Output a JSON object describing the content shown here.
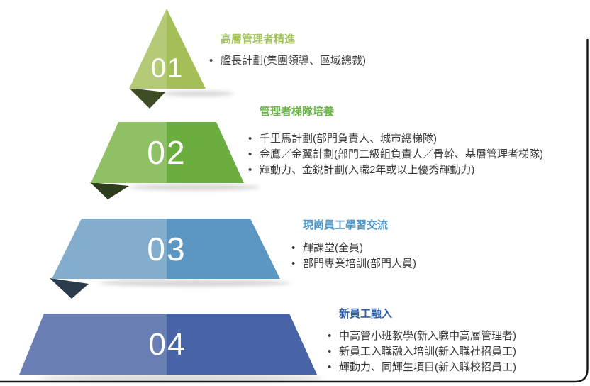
{
  "page": {
    "background": "#ffffff",
    "border_color": "#161616"
  },
  "pyramid": {
    "number_color": "#ffffff",
    "text_color": "#3b3b3b",
    "shadow_color": "#c2c2c2",
    "levels": [
      {
        "number": "01",
        "title": "高層管理者精進",
        "title_color": "#a3c05c",
        "band_left": "#b5ca77",
        "band_right": "#a4bf58",
        "fold_color": "#3e4c24",
        "items": [
          "艦長計劃(集團領導、區域總裁)"
        ]
      },
      {
        "number": "02",
        "title": "管理者梯隊培養",
        "title_color": "#6ab446",
        "band_left": "#90c065",
        "band_right": "#6cad3f",
        "fold_color": "#2e3d1b",
        "items": [
          "千里馬計劃(部門負責人、城市總梯隊)",
          "金鷹／金翼計劃(部門二級組負責人／骨幹、基層管理者梯隊)",
          "輝動力、金銳計劃(入職2年或以上優秀輝動力)"
        ]
      },
      {
        "number": "03",
        "title": "現崗員工學習交流",
        "title_color": "#4e97c6",
        "band_left": "#82adcc",
        "band_right": "#5c96c2",
        "fold_color": "#2c3b49",
        "items": [
          "輝課堂(全員)",
          "部門專業培訓(部門人員)"
        ]
      },
      {
        "number": "04",
        "title": "新員工融入",
        "title_color": "#2f5da8",
        "band_left": "#697eb3",
        "band_right": "#4963a7",
        "fold_color": "#2c3b49",
        "items": [
          "中高管小班教學(新入職中高層管理者)",
          "新員工入職融入培訓(新入職社招員工)",
          "輝動力、同輝生項目(新入職校招員工)"
        ]
      }
    ]
  }
}
